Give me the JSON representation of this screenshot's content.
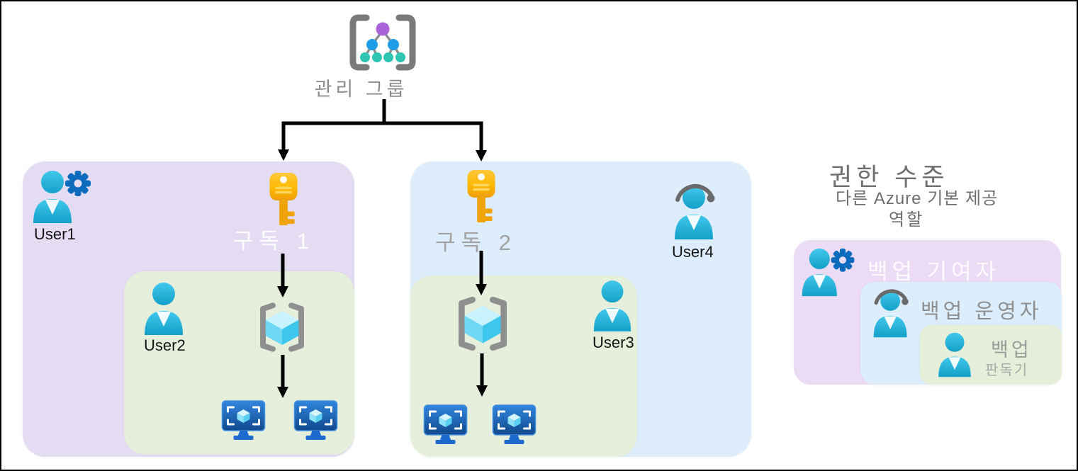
{
  "management_group": {
    "label": "관리 그룹"
  },
  "subscription1": {
    "name": "구독 1",
    "user1": "User1",
    "user2": "User2"
  },
  "subscription2": {
    "name": "구독 2",
    "user3": "User3",
    "user4": "User4"
  },
  "permissions": {
    "title": "권한 수준",
    "subtitle1": "다른 Azure 기본 제공",
    "subtitle2": "역할",
    "backup_contributor": "백업 기여자",
    "backup_operator": "백업 운영자",
    "backup_reader_line1": "백업",
    "backup_reader_line2": "판독기"
  },
  "icons": {
    "management_group": "management-group-icon",
    "subscription_key": "key-icon",
    "user_admin": "user-with-gear-icon",
    "user_operator": "user-with-headset-icon",
    "user_plain": "user-icon",
    "resource_group": "resource-group-icon",
    "virtual_machine": "virtual-machine-icon"
  },
  "colors": {
    "subscription1_bg": "#e4dcf3",
    "subscription2_bg": "#ddedfb",
    "resource_group_bg": "#e5efdc",
    "legend_contributor_bg": "#ecdbf5",
    "legend_operator_bg": "#dcedfc",
    "legend_reader_bg": "#e6efd9",
    "key": "#ffb900",
    "person": "#29b4dd",
    "gear": "#0d6bbd",
    "vm": "#1b63c5",
    "arrow": "#000000",
    "mgmt_purple_node": "#a864d8",
    "mgmt_blue_node": "#1f9ce8",
    "mgmt_teal_node": "#2fc5b3"
  }
}
